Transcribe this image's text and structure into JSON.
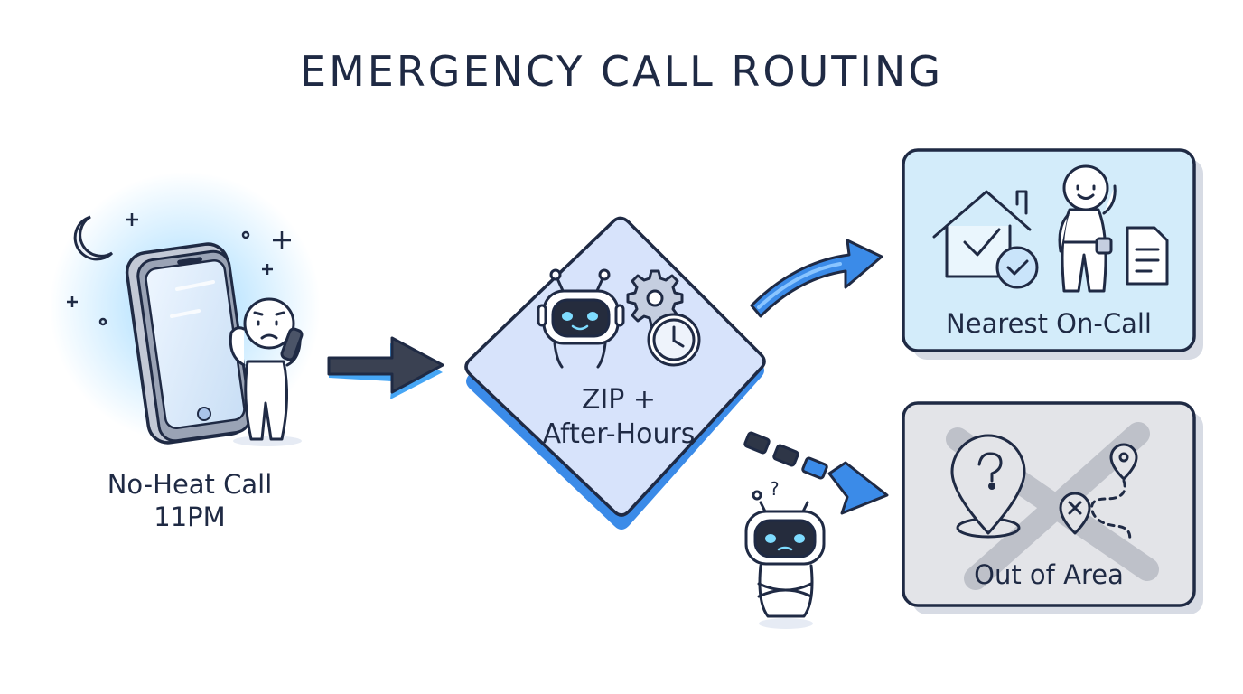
{
  "title": "EMERGENCY CALL ROUTING",
  "caller": {
    "line1": "No-Heat Call",
    "line2": "11PM"
  },
  "decision": {
    "line1": "ZIP +",
    "line2": "After-Hours"
  },
  "outcome_success": {
    "label": "Nearest On-Call"
  },
  "outcome_fail": {
    "label": "Out of Area"
  },
  "colors": {
    "ink": "#1f2a44",
    "accent_blue": "#3b8be8",
    "diamond_fill": "#d7e3fb",
    "success_fill": "#d3ecfa",
    "fail_fill": "#e3e4e8"
  }
}
